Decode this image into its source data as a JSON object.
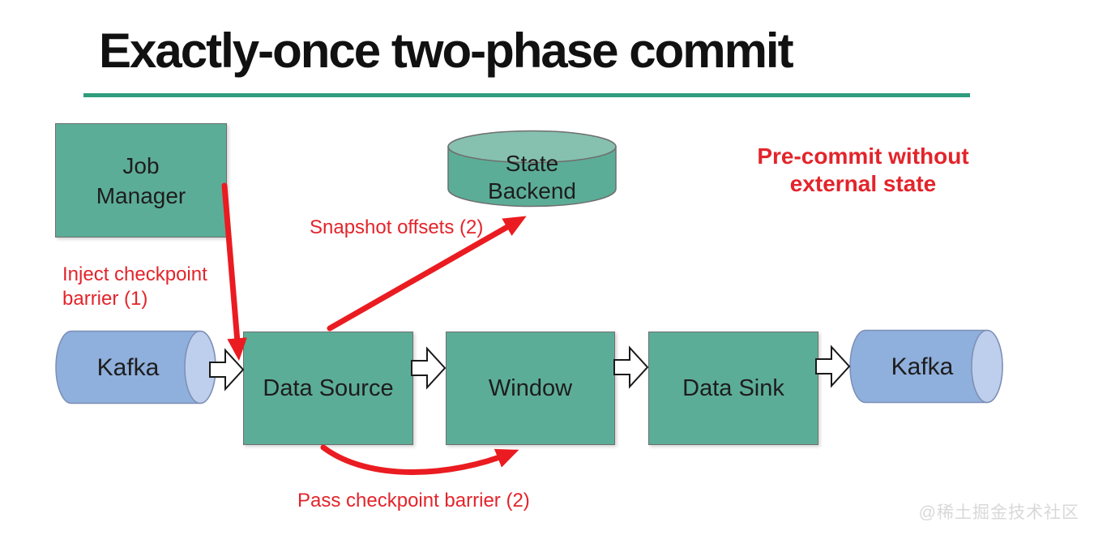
{
  "title": "Exactly-once two-phase commit",
  "nodes": {
    "job_manager": {
      "label": "Job\nManager"
    },
    "state_backend": {
      "label": "State\nBackend"
    },
    "kafka_left": {
      "label": "Kafka"
    },
    "data_source": {
      "label": "Data Source"
    },
    "window": {
      "label": "Window"
    },
    "data_sink": {
      "label": "Data Sink"
    },
    "kafka_right": {
      "label": "Kafka"
    }
  },
  "annotations": {
    "pre_commit": "Pre-commit without\nexternal state",
    "inject_checkpoint": "Inject checkpoint\nbarrier (1)",
    "snapshot_offsets": "Snapshot offsets (2)",
    "pass_barrier": "Pass checkpoint barrier (2)"
  },
  "edges": [
    {
      "from": "kafka_left",
      "to": "data_source",
      "type": "flow"
    },
    {
      "from": "data_source",
      "to": "window",
      "type": "flow"
    },
    {
      "from": "window",
      "to": "data_sink",
      "type": "flow"
    },
    {
      "from": "data_sink",
      "to": "kafka_right",
      "type": "flow"
    },
    {
      "from": "job_manager",
      "to": "data_source",
      "type": "checkpoint",
      "label": "Inject checkpoint barrier (1)"
    },
    {
      "from": "data_source",
      "to": "state_backend",
      "type": "checkpoint",
      "label": "Snapshot offsets (2)"
    },
    {
      "from": "data_source",
      "to": "window",
      "type": "checkpoint",
      "label": "Pass checkpoint barrier (2)"
    }
  ],
  "watermark": "@稀土掘金技术社区",
  "colors": {
    "node_green": "#5CAD97",
    "node_green_light": "#85C1AE",
    "kafka_blue": "#8FAFDC",
    "kafka_blue_light": "#BDCFEC",
    "red_accent": "#EA1C21",
    "red_text": "#E3242B",
    "title_underline": "#2E9C7D",
    "watermark_gray": "#D8D8D8"
  }
}
